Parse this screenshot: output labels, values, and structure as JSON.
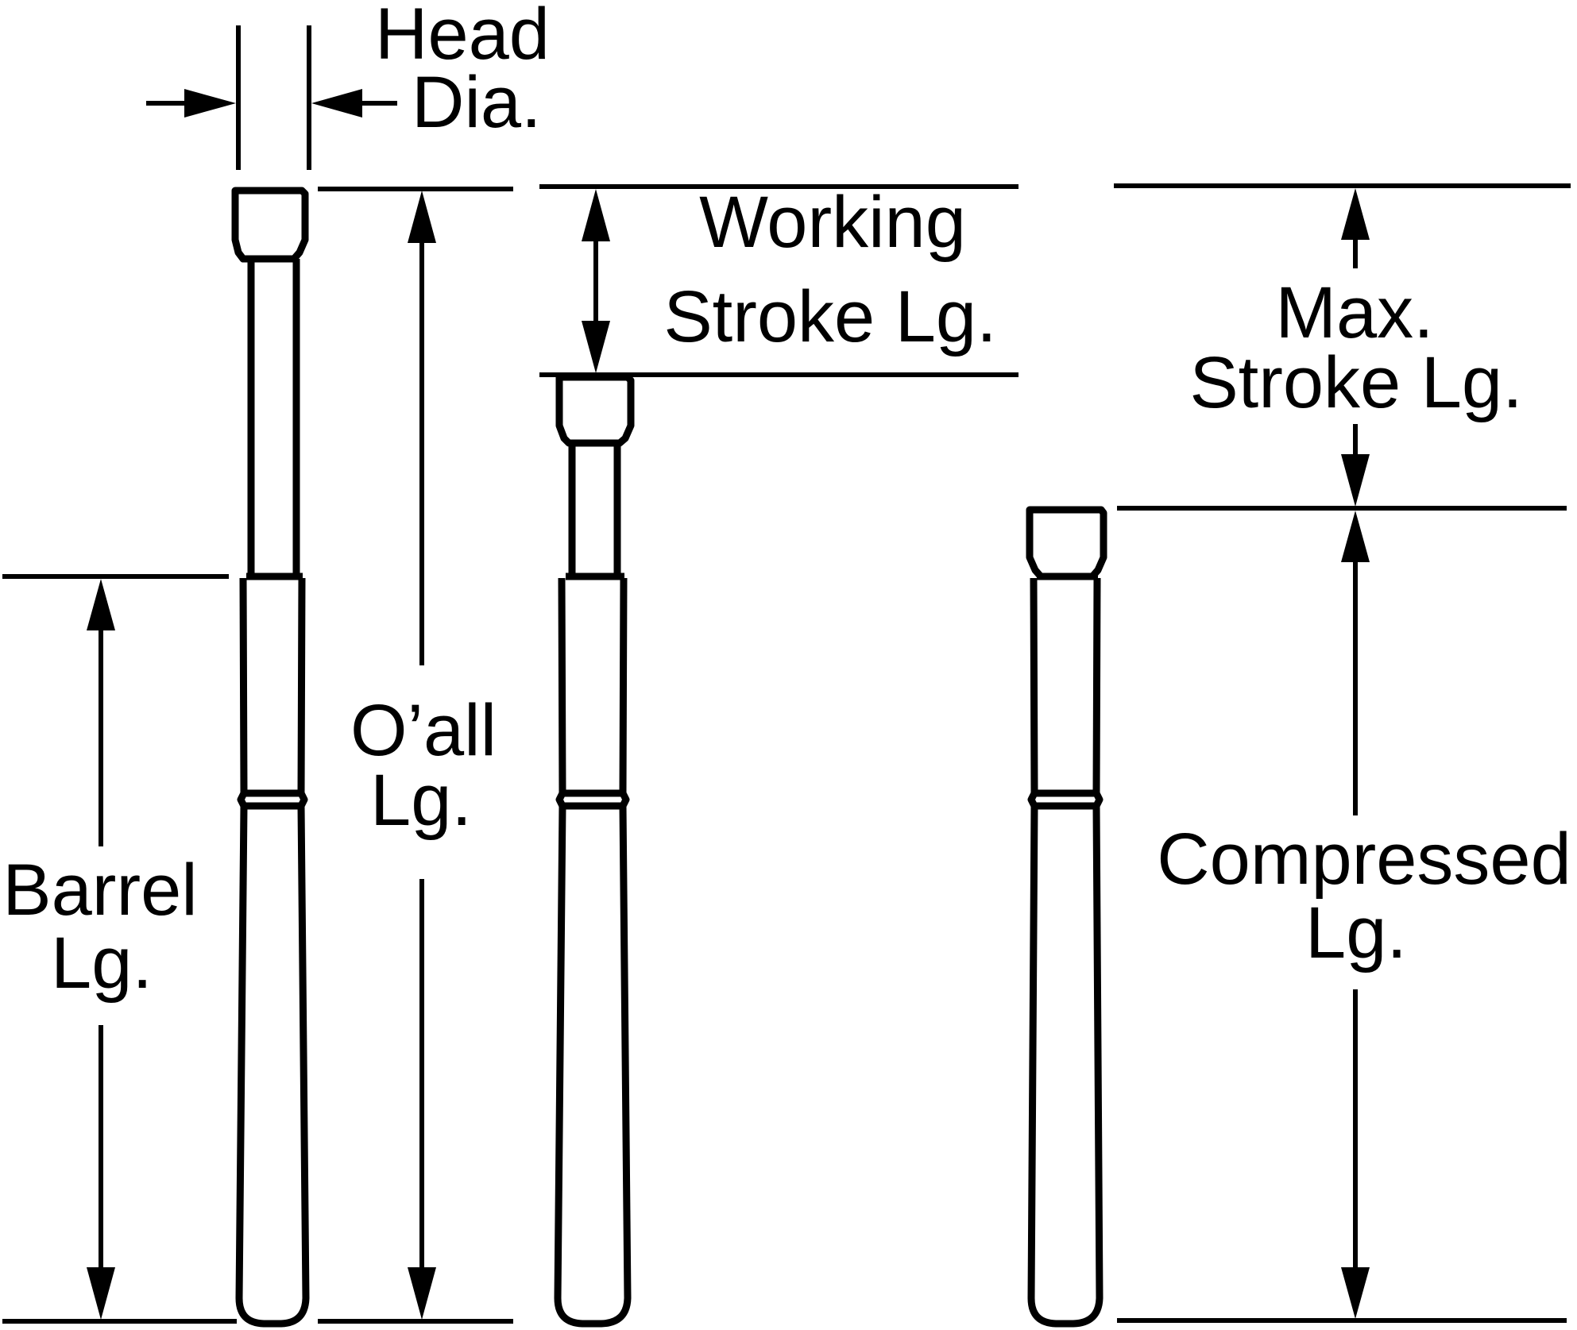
{
  "labels": {
    "head_dia_line1": "Head",
    "head_dia_line2": "Dia.",
    "working_stroke_line1": "Working",
    "working_stroke_line2": "Stroke Lg.",
    "max_stroke_line1": "Max.",
    "max_stroke_line2": "Stroke Lg.",
    "oall_line1": "O’all",
    "oall_line2": "Lg.",
    "barrel_line1": "Barrel",
    "barrel_line2": "Lg.",
    "compressed_line1": "Compressed",
    "compressed_line2": "Lg."
  },
  "colors": {
    "stroke": "#000000",
    "background": "#ffffff"
  }
}
